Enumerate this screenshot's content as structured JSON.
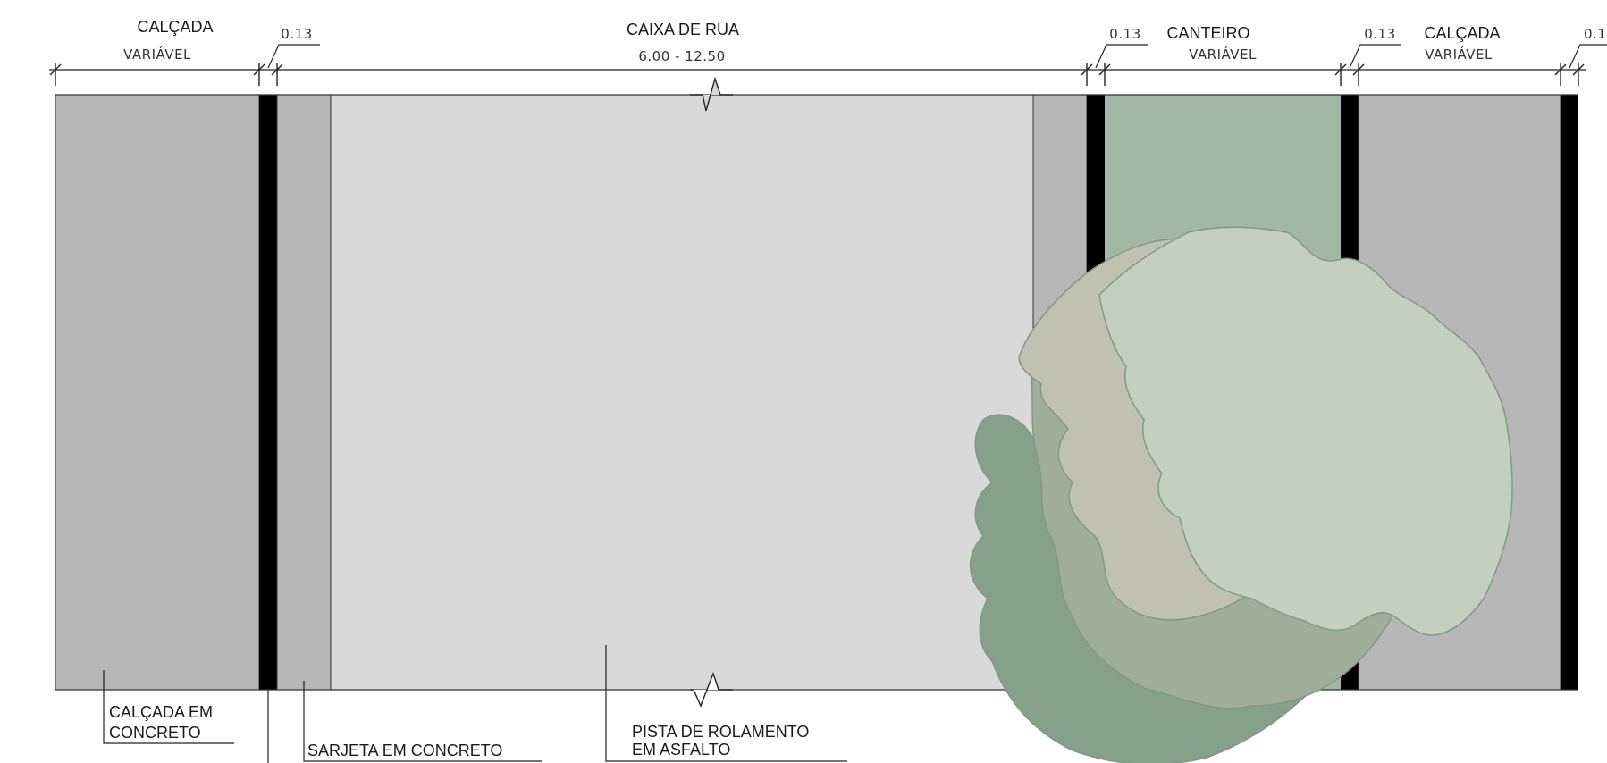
{
  "dimensions": {
    "calcada_left": {
      "title": "CALÇADA",
      "value": "VARIÁVEL"
    },
    "meio_fio_1": {
      "value": "0.13"
    },
    "caixa_de_rua": {
      "title": "CAIXA DE RUA",
      "value": "6.00 - 12.50"
    },
    "meio_fio_2": {
      "value": "0.13"
    },
    "canteiro": {
      "title": "CANTEIRO",
      "value": "VARIÁVEL"
    },
    "meio_fio_3": {
      "value": "0.13"
    },
    "calcada_right": {
      "title": "CALÇADA",
      "value": "VARIÁVEL"
    },
    "meio_fio_4": {
      "value": "0.1"
    }
  },
  "notes": {
    "calcada_concreto": {
      "line1": "CALÇADA EM",
      "line2": "CONCRETO"
    },
    "sarjeta": {
      "line1": "SARJETA EM CONCRETO"
    },
    "pista": {
      "line1": "PISTA DE ROLAMENTO",
      "line2": "EM ASFALTO"
    }
  },
  "colors": {
    "sidewalk": "#b7b7b7",
    "curb": "#000000",
    "asphalt": "#d9d9d9",
    "planter": "#a3b8a4",
    "tree_light": "#c3d0bf",
    "tree_mid": "#9eae98",
    "tree_dark": "#86a08a",
    "tree_beige": "#c0c1b0"
  }
}
